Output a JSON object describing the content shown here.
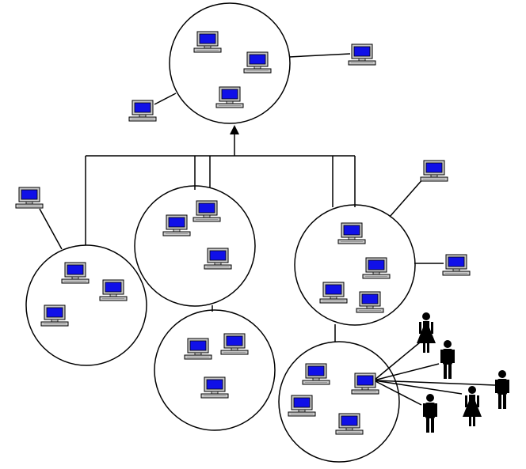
{
  "diagram": {
    "colors": {
      "background": "#ffffff",
      "line": "#000000",
      "screen": "#1010e8",
      "bezel": "#c8c8c8",
      "person": "#000000"
    },
    "icon_names": {
      "computer": "computer-icon",
      "person_male": "person-male-icon",
      "person_female": "person-female-icon"
    },
    "clusters": [
      {
        "id": "top",
        "computers": 3,
        "satellites": 2,
        "people": 0
      },
      {
        "id": "left",
        "computers": 3,
        "satellites": 1,
        "people": 0
      },
      {
        "id": "middle-upper",
        "computers": 3,
        "satellites": 0,
        "people": 0
      },
      {
        "id": "middle-lower",
        "computers": 3,
        "satellites": 0,
        "people": 0
      },
      {
        "id": "right",
        "computers": 4,
        "satellites": 2,
        "people": 0
      },
      {
        "id": "bottom-right",
        "computers": 4,
        "satellites": 0,
        "people": 5
      }
    ]
  }
}
